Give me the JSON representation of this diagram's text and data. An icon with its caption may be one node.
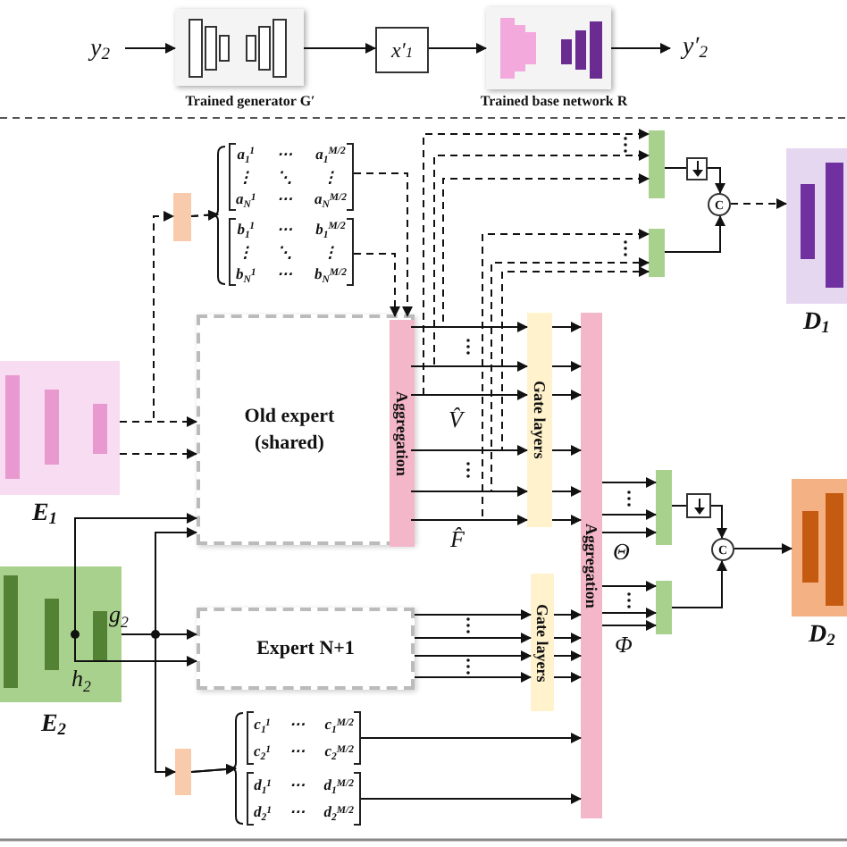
{
  "diagram": {
    "nodes": [
      {
        "text": [
          "y$_{2}$"
        ]
      },
      {
        "text": [],
        "shape": "picture",
        "beside": [
          "Trained generator G′"
        ]
      },
      {
        "text": [
          "x′$_{1}$"
        ]
      },
      {
        "text": [],
        "shape": "picture",
        "beside": [
          "Trained base network R"
        ]
      },
      {
        "text": [
          "y′$_{2}$"
        ]
      },
      {
        "text": [],
        "shape": "picture",
        "beside": [
          "E$_{1}$"
        ]
      },
      {
        "text": [],
        "shape": "bar"
      },
      {
        "text": [
          "a$_{1}$$^{1}$",
          "⋯",
          "a$_{1}$$^{M/2}$",
          "⋮",
          "⋱",
          "⋮",
          "a$_{N}$$^{1}$",
          "⋯",
          "a$_{N}$$^{M/2}$"
        ]
      },
      {
        "text": [
          "b$_{1}$$^{1}$",
          "⋯",
          "b$_{1}$$^{M/2}$",
          "⋮",
          "⋱",
          "⋮",
          "b$_{N}$$^{1}$",
          "⋯",
          "b$_{N}$$^{M/2}$"
        ]
      },
      {
        "text": [
          "Old expert (shared)"
        ]
      },
      {
        "text": [
          "Aggregation"
        ],
        "in": 9
      },
      {
        "text": [
          "Gate layers"
        ]
      },
      {
        "text": [
          "Aggregation"
        ]
      },
      {
        "text": [],
        "shape": "bar"
      },
      {
        "text": [],
        "shape": "box"
      },
      {
        "text": [],
        "shape": "bar"
      },
      {
        "text": [
          "C"
        ]
      },
      {
        "text": [],
        "shape": "picture",
        "beside": [
          "D$_{1}$"
        ]
      },
      {
        "text": [],
        "shape": "picture",
        "beside": [
          "E$_{2}$"
        ]
      },
      {
        "text": [
          "Expert N+1"
        ]
      },
      {
        "text": [
          "Gate layers"
        ]
      },
      {
        "text": [],
        "shape": "bar"
      },
      {
        "text": [],
        "shape": "box"
      },
      {
        "text": [],
        "shape": "bar"
      },
      {
        "text": [
          "C"
        ]
      },
      {
        "text": [],
        "shape": "picture",
        "beside": [
          "D$_{2}$"
        ]
      },
      {
        "text": [],
        "shape": "bar"
      },
      {
        "text": [
          "c$_{1}$$^{1}$",
          "⋯",
          "c$_{1}$$^{M/2}$",
          "c$_{2}$$^{1}$",
          "⋯",
          "c$_{2}$$^{M/2}$"
        ]
      },
      {
        "text": [
          "d$_{1}$$^{1}$",
          "⋯",
          "d$_{1}$$^{M/2}$",
          "d$_{2}$$^{1}$",
          "⋯",
          "d$_{2}$$^{M/2}$"
        ]
      }
    ],
    "edges": [
      {
        "from": 0,
        "to": 1,
        "arrow": "to"
      },
      {
        "from": 1,
        "to": 2,
        "arrow": "to"
      },
      {
        "from": 2,
        "to": 3,
        "arrow": "to"
      },
      {
        "from": 3,
        "to": 4,
        "arrow": "to"
      },
      {
        "from": 5,
        "to": 9,
        "arrow": "to",
        "style": "dashed"
      },
      {
        "from": 5,
        "to": 9,
        "arrow": "to",
        "style": "dashed"
      },
      {
        "from": 5,
        "to": 6,
        "arrow": "to",
        "style": "dashed"
      },
      {
        "from": 6,
        "to": 7,
        "arrow": "to",
        "style": "dashed"
      },
      {
        "from": 6,
        "to": 8,
        "arrow": "to",
        "style": "dashed"
      },
      {
        "from": 7,
        "to": 10,
        "arrow": "to",
        "style": "dashed"
      },
      {
        "from": 8,
        "to": 10,
        "arrow": "to",
        "style": "dashed"
      },
      {
        "from": 10,
        "to": 11,
        "arrow": "to"
      },
      {
        "from": 10,
        "to": 11,
        "arrow": "to"
      },
      {
        "from": 10,
        "to": 11,
        "arrow": "to"
      },
      {
        "from": 10,
        "to": 11,
        "arrow": "to"
      },
      {
        "from": 10,
        "to": 11,
        "arrow": "to"
      },
      {
        "from": 10,
        "to": 11,
        "arrow": "to"
      },
      {
        "from": 10,
        "to": 13,
        "arrow": "to",
        "style": "dashed"
      },
      {
        "from": 10,
        "to": 13,
        "arrow": "to",
        "style": "dashed"
      },
      {
        "from": 10,
        "to": 13,
        "arrow": "to",
        "style": "dashed"
      },
      {
        "from": 10,
        "to": 15,
        "arrow": "to",
        "style": "dashed"
      },
      {
        "from": 10,
        "to": 15,
        "arrow": "to",
        "style": "dashed"
      },
      {
        "from": 10,
        "to": 15,
        "arrow": "to",
        "style": "dashed"
      },
      {
        "from": 11,
        "to": 12,
        "arrow": "to"
      },
      {
        "from": 11,
        "to": 12,
        "arrow": "to"
      },
      {
        "from": 11,
        "to": 12,
        "arrow": "to"
      },
      {
        "from": 11,
        "to": 12,
        "arrow": "to"
      },
      {
        "from": 11,
        "to": 12,
        "arrow": "to"
      },
      {
        "from": 11,
        "to": 12,
        "arrow": "to"
      },
      {
        "from": 12,
        "to": 21,
        "arrow": "to"
      },
      {
        "from": 12,
        "to": 21,
        "arrow": "to"
      },
      {
        "from": 12,
        "to": 21,
        "arrow": "to"
      },
      {
        "from": 12,
        "to": 23,
        "arrow": "to"
      },
      {
        "from": 12,
        "to": 23,
        "arrow": "to"
      },
      {
        "from": 12,
        "to": 23,
        "arrow": "to"
      },
      {
        "from": 13,
        "to": 14,
        "arrow": "none"
      },
      {
        "from": 14,
        "to": 16,
        "arrow": "to"
      },
      {
        "from": 15,
        "to": 16,
        "arrow": "to"
      },
      {
        "from": 16,
        "to": 17,
        "arrow": "to",
        "style": "dashed"
      },
      {
        "from": 18,
        "to": 9,
        "arrow": "to"
      },
      {
        "from": 18,
        "to": 9,
        "arrow": "to"
      },
      {
        "from": 18,
        "to": 19,
        "arrow": "to"
      },
      {
        "from": 18,
        "to": 19,
        "arrow": "to"
      },
      {
        "from": 18,
        "to": 26,
        "arrow": "to"
      },
      {
        "from": 26,
        "to": 27,
        "arrow": "to"
      },
      {
        "from": 26,
        "to": 28,
        "arrow": "to"
      },
      {
        "from": 27,
        "to": 12,
        "arrow": "to"
      },
      {
        "from": 28,
        "to": 12,
        "arrow": "to"
      },
      {
        "from": 19,
        "to": 20,
        "arrow": "to"
      },
      {
        "from": 19,
        "to": 20,
        "arrow": "to"
      },
      {
        "from": 19,
        "to": 20,
        "arrow": "to"
      },
      {
        "from": 19,
        "to": 20,
        "arrow": "to"
      },
      {
        "from": 20,
        "to": 12,
        "arrow": "to"
      },
      {
        "from": 20,
        "to": 12,
        "arrow": "to"
      },
      {
        "from": 20,
        "to": 12,
        "arrow": "to"
      },
      {
        "from": 20,
        "to": 12,
        "arrow": "to"
      },
      {
        "from": 21,
        "to": 22,
        "arrow": "none"
      },
      {
        "from": 22,
        "to": 24,
        "arrow": "to"
      },
      {
        "from": 23,
        "to": 24,
        "arrow": "to"
      },
      {
        "from": 24,
        "to": 25,
        "arrow": "to"
      }
    ],
    "labels": [
      "V̂",
      "F̂",
      "Θ",
      "Φ",
      "g$_{2}$",
      "h$_{2}$"
    ]
  }
}
